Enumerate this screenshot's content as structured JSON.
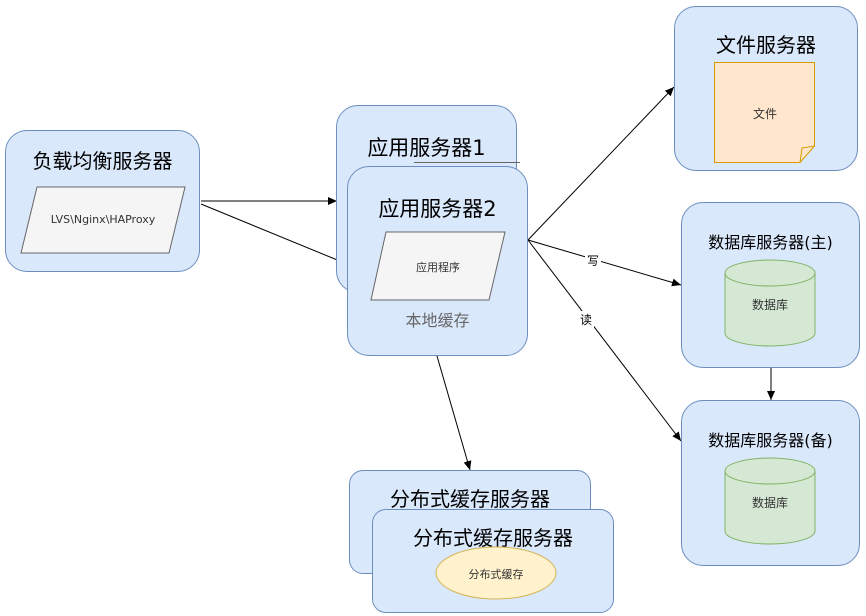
{
  "load_balancer": {
    "title": "负载均衡服务器",
    "software": "LVS\\Nginx\\HAProxy"
  },
  "app_servers": {
    "server1_title": "应用服务器1",
    "server2_title": "应用服务器2",
    "app_label": "应用程序",
    "cache_label": "本地缓存"
  },
  "file_server": {
    "title": "文件服务器",
    "doc_label": "文件"
  },
  "db_primary": {
    "title": "数据库服务器(主)",
    "db_label": "数据库"
  },
  "db_backup": {
    "title": "数据库服务器(备)",
    "db_label": "数据库"
  },
  "dist_cache": {
    "back_title": "分布式缓存服务器",
    "front_title": "分布式缓存服务器",
    "cache_label": "分布式缓存"
  },
  "edges": {
    "write_label": "写",
    "read_label": "读"
  },
  "colors": {
    "box_fill": "#dae8fc",
    "box_stroke": "#6c8ebf",
    "doc_fill": "#ffe6cc",
    "doc_stroke": "#d79b00",
    "db_fill": "#d5e8d4",
    "db_stroke": "#82b366",
    "ellipse_fill": "#fff2cc",
    "ellipse_stroke": "#d6b656",
    "para_fill": "#f5f5f5",
    "para_stroke": "#666666"
  }
}
